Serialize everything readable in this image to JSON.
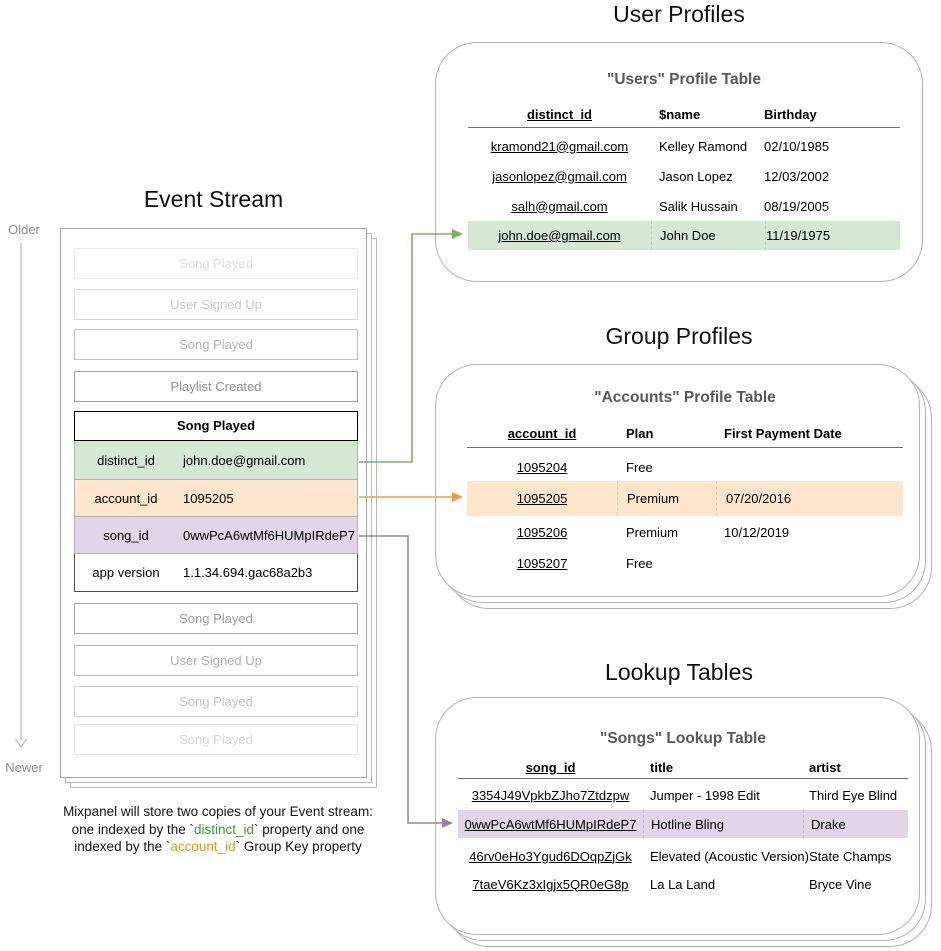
{
  "titles": {
    "event_stream": "Event Stream",
    "user_profiles": "User Profiles",
    "group_profiles": "Group Profiles",
    "lookup_tables": "Lookup Tables"
  },
  "timeline": {
    "older": "Older",
    "newer": "Newer"
  },
  "event_stream": {
    "faded_top": [
      "Song Played",
      "User Signed Up",
      "Song Played",
      "Playlist Created"
    ],
    "expanded": {
      "title": "Song Played",
      "props": [
        {
          "key": "distinct_id",
          "value": "john.doe@gmail.com"
        },
        {
          "key": "account_id",
          "value": "1095205"
        },
        {
          "key": "song_id",
          "value": "0wwPcA6wtMf6HUMpIRdeP7"
        },
        {
          "key": "app version",
          "value": "1.1.34.694.gac68a2b3"
        }
      ]
    },
    "faded_bottom": [
      "Song Played",
      "User Signed Up",
      "Song Played",
      "Song Played"
    ]
  },
  "users_table": {
    "heading": "\"Users\" Profile Table",
    "columns": {
      "c1": "distinct_id",
      "c2": "$name",
      "c3": "Birthday"
    },
    "rows": [
      {
        "id": "kramond21@gmail.com",
        "name": "Kelley Ramond",
        "birthday": "02/10/1985"
      },
      {
        "id": "jasonlopez@gmail.com",
        "name": "Jason Lopez",
        "birthday": "12/03/2002"
      },
      {
        "id": "salh@gmail.com",
        "name": "Salik Hussain",
        "birthday": "08/19/2005"
      },
      {
        "id": "john.doe@gmail.com",
        "name": "John Doe",
        "birthday": "11/19/1975"
      }
    ]
  },
  "accounts_table": {
    "heading": "\"Accounts\" Profile Table",
    "columns": {
      "c1": "account_id",
      "c2": "Plan",
      "c3": "First Payment Date"
    },
    "rows": [
      {
        "id": "1095204",
        "plan": "Free",
        "first_payment": ""
      },
      {
        "id": "1095205",
        "plan": "Premium",
        "first_payment": "07/20/2016"
      },
      {
        "id": "1095206",
        "plan": "Premium",
        "first_payment": "10/12/2019"
      },
      {
        "id": "1095207",
        "plan": "Free",
        "first_payment": ""
      }
    ]
  },
  "songs_table": {
    "heading": "\"Songs\" Lookup Table",
    "columns": {
      "c1": "song_id",
      "c2": "title",
      "c3": "artist"
    },
    "rows": [
      {
        "id": "3354J49VpkbZJho7Ztdzpw",
        "title": "Jumper - 1998 Edit",
        "artist": "Third Eye Blind"
      },
      {
        "id": "0wwPcA6wtMf6HUMpIRdeP7",
        "title": "Hotline Bling",
        "artist": "Drake"
      },
      {
        "id": "46rv0eHo3Ygud6DOqpZjGk",
        "title": "Elevated (Acoustic Version)",
        "artist": "State Champs"
      },
      {
        "id": "7taeV6Kz3xIgjx5QR0eG8p",
        "title": "La La Land",
        "artist": "Bryce Vine"
      }
    ]
  },
  "caption": {
    "line1": "Mixpanel will store two copies of your Event stream:",
    "line2_pre": "one indexed by the `",
    "line2_key": "distinct_id",
    "line2_post": "` property and one",
    "line3_pre": "indexed by the `",
    "line3_key": "account_id",
    "line3_post": "` Group Key property"
  },
  "colors": {
    "green_fill": "#d5e8d4",
    "orange_fill": "#ffe6cc",
    "purple_fill": "#e1d5e7",
    "connector_green": "#7cb35e",
    "connector_orange": "#eea143",
    "connector_purple": "#9585a3",
    "caption_green": "#33a02c",
    "caption_orange": "#f59300"
  }
}
